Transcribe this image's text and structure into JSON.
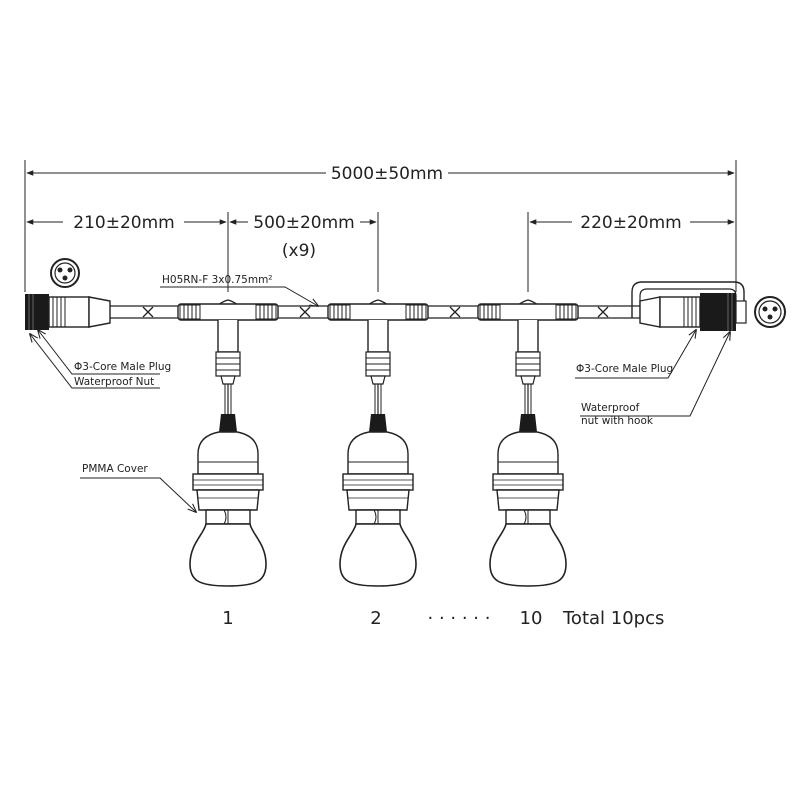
{
  "dimensions": {
    "total": "5000±50mm",
    "first_segment": "210±20mm",
    "spacing": "500±20mm",
    "spacing_repeat": "(x9)",
    "last_segment": "220±20mm"
  },
  "callouts": {
    "cable": "H05RN-F  3x0.75mm²",
    "left_plug": "Φ3-Core Male Plug",
    "left_nut": "Waterproof Nut",
    "right_plug": "Φ3-Core Male Plug",
    "right_nut_line1": "Waterproof",
    "right_nut_line2": "nut with hook",
    "cover": "PMMA Cover"
  },
  "counts": {
    "first": "1",
    "second": "2",
    "dots": "· · · · · ·",
    "last": "10",
    "total": "Total 10pcs"
  }
}
